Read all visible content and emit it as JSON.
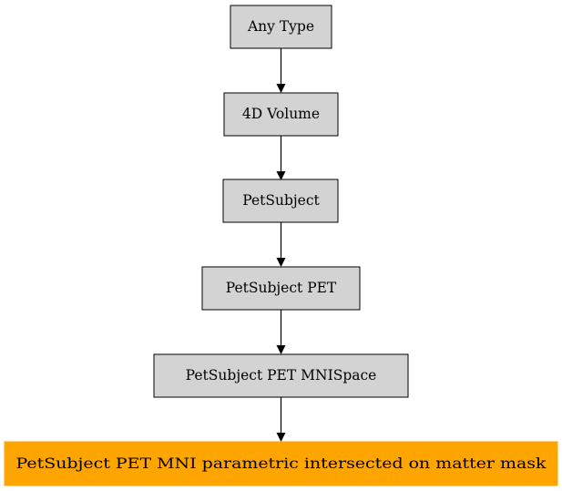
{
  "diagram": {
    "nodes": [
      {
        "id": "any-type",
        "label": "Any Type",
        "fill": "#d3d3d3"
      },
      {
        "id": "4d-volume",
        "label": "4D Volume",
        "fill": "#d3d3d3"
      },
      {
        "id": "petsubject",
        "label": "PetSubject",
        "fill": "#d3d3d3"
      },
      {
        "id": "petsubject-pet",
        "label": "PetSubject PET",
        "fill": "#d3d3d3"
      },
      {
        "id": "petsubject-pet-mnispace",
        "label": "PetSubject PET MNISpace",
        "fill": "#d3d3d3"
      },
      {
        "id": "petsubject-pet-mni-parametric",
        "label": "PetSubject PET MNI parametric intersected on matter mask",
        "fill": "#ffa500"
      }
    ],
    "edges": [
      {
        "from": "any-type",
        "to": "4d-volume"
      },
      {
        "from": "4d-volume",
        "to": "petsubject"
      },
      {
        "from": "petsubject",
        "to": "petsubject-pet"
      },
      {
        "from": "petsubject-pet",
        "to": "petsubject-pet-mnispace"
      },
      {
        "from": "petsubject-pet-mnispace",
        "to": "petsubject-pet-mni-parametric"
      }
    ],
    "colors": {
      "node_default": "#d3d3d3",
      "node_highlight": "#ffa500",
      "stroke": "#000000"
    }
  }
}
